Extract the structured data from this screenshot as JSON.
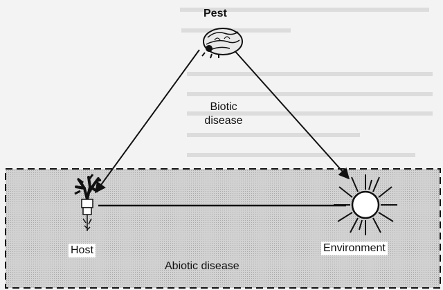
{
  "diagram": {
    "pest_label": "Pest",
    "biotic_label_line1": "Biotic",
    "biotic_label_line2": "disease",
    "host_label": "Host",
    "environment_label": "Environment",
    "abiotic_label": "Abiotic disease"
  },
  "colors": {
    "ink": "#111111",
    "abiotic_zone_fill": "#cfcfcf",
    "label_box": "#ffffff",
    "sun_fill": "#ffffff"
  },
  "icons": [
    "bug-icon",
    "plant-icon",
    "sun-icon"
  ]
}
